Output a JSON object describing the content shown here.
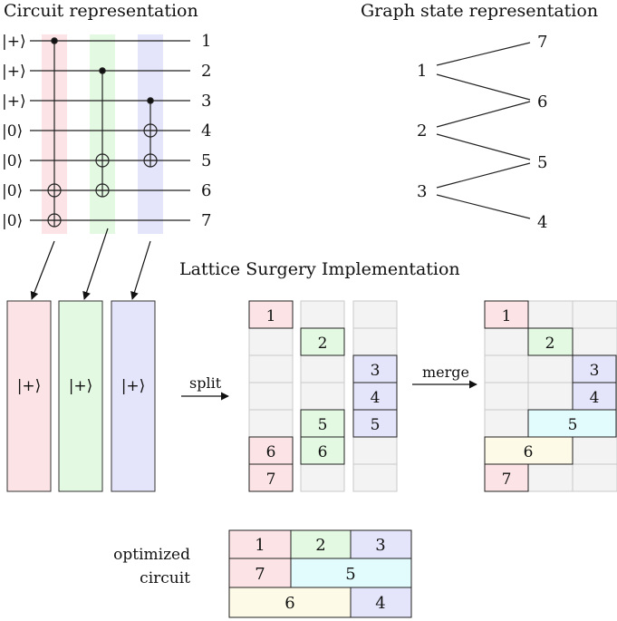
{
  "titles": {
    "circuit": "Circuit representation",
    "graph": "Graph state representation",
    "lattice": "Lattice Surgery Implementation"
  },
  "circuit": {
    "inputs": [
      "|+⟩",
      "|+⟩",
      "|+⟩",
      "|0⟩",
      "|0⟩",
      "|0⟩",
      "|0⟩"
    ],
    "outputs": [
      "1",
      "2",
      "3",
      "4",
      "5",
      "6",
      "7"
    ]
  },
  "graph": {
    "nodes": [
      "1",
      "2",
      "3",
      "4",
      "5",
      "6",
      "7"
    ]
  },
  "blocks": {
    "labels": [
      "|+⟩",
      "|+⟩",
      "|+⟩"
    ]
  },
  "arrows": {
    "split": "split",
    "merge": "merge"
  },
  "split_grid": {
    "cells": [
      "1",
      "2",
      "3",
      "4",
      "5",
      "6",
      "5",
      "6",
      "7"
    ]
  },
  "merge_grid": {
    "cells": [
      "1",
      "2",
      "3",
      "4",
      "5",
      "6",
      "7"
    ]
  },
  "optimized": {
    "label_line1": "optimized",
    "label_line2": "circuit",
    "cells": [
      "1",
      "2",
      "3",
      "7",
      "5",
      "6",
      "4"
    ]
  },
  "colors": {
    "red": "#fce4e6",
    "green": "#e3f9e2",
    "blue": "#e4e4fb",
    "cyan": "#e2fbfc",
    "yellow": "#fdfbe7"
  }
}
